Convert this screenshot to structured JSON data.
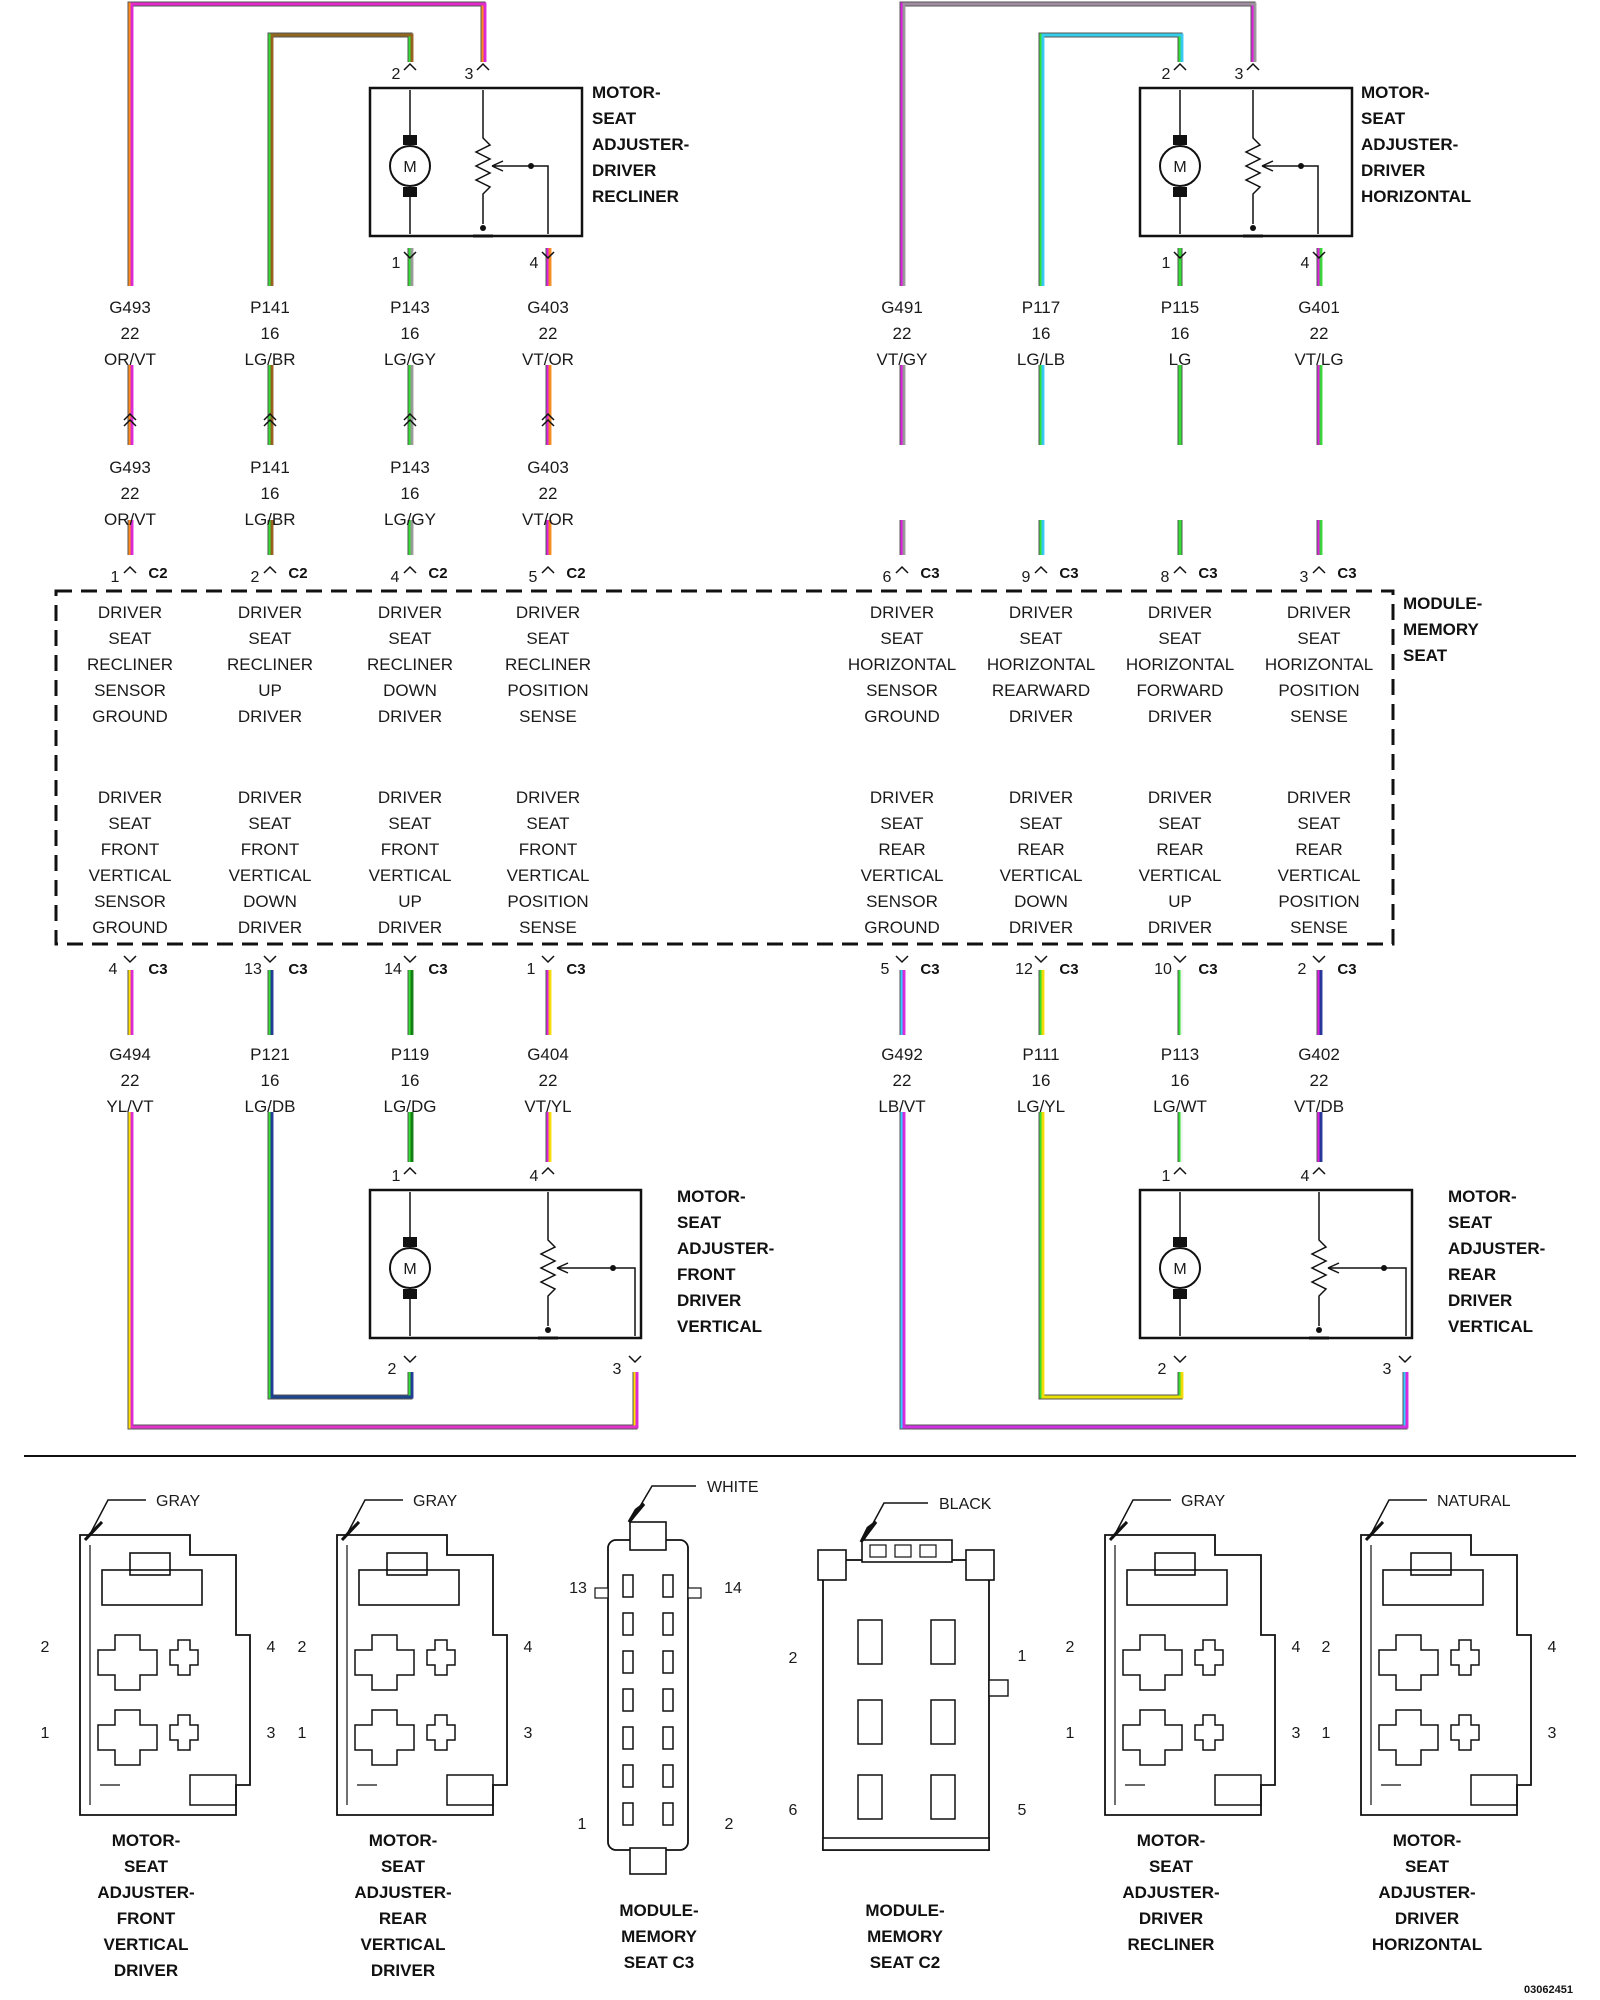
{
  "diagram_id": "03062451",
  "module": {
    "name_lines": [
      "MODULE-",
      "MEMORY",
      "SEAT"
    ]
  },
  "colors": {
    "OR": "#ff8c1a",
    "VT": "#e020e0",
    "LG": "#33dd33",
    "BR": "#9a5a1a",
    "GY": "#9a9a9a",
    "LB": "#33ccff",
    "YL": "#ffe000",
    "DB": "#1a3399",
    "DG": "#0a7a0a",
    "WT": "#ffffff"
  },
  "motors": [
    {
      "id": "recliner",
      "name_lines": [
        "MOTOR-",
        "SEAT",
        "ADJUSTER-",
        "DRIVER",
        "RECLINER"
      ]
    },
    {
      "id": "horizontal",
      "name_lines": [
        "MOTOR-",
        "SEAT",
        "ADJUSTER-",
        "DRIVER",
        "HORIZONTAL"
      ]
    },
    {
      "id": "front_vertical",
      "name_lines": [
        "MOTOR-",
        "SEAT",
        "ADJUSTER-",
        "FRONT",
        "DRIVER",
        "VERTICAL"
      ]
    },
    {
      "id": "rear_vertical",
      "name_lines": [
        "MOTOR-",
        "SEAT",
        "ADJUSTER-",
        "REAR",
        "DRIVER",
        "VERTICAL"
      ]
    }
  ],
  "top_circuits": [
    {
      "circuit": "G493",
      "gauge": "22",
      "color": "OR/VT",
      "motor_pin": "3",
      "module_pin": "1",
      "connector": "C2",
      "function_lines": [
        "DRIVER",
        "SEAT",
        "RECLINER",
        "SENSOR",
        "GROUND"
      ]
    },
    {
      "circuit": "P141",
      "gauge": "16",
      "color": "LG/BR",
      "motor_pin": "2",
      "module_pin": "2",
      "connector": "C2",
      "function_lines": [
        "DRIVER",
        "SEAT",
        "RECLINER",
        "UP",
        "DRIVER"
      ]
    },
    {
      "circuit": "P143",
      "gauge": "16",
      "color": "LG/GY",
      "motor_pin": "1",
      "module_pin": "4",
      "connector": "C2",
      "function_lines": [
        "DRIVER",
        "SEAT",
        "RECLINER",
        "DOWN",
        "DRIVER"
      ]
    },
    {
      "circuit": "G403",
      "gauge": "22",
      "color": "VT/OR",
      "motor_pin": "4",
      "module_pin": "5",
      "connector": "C2",
      "function_lines": [
        "DRIVER",
        "SEAT",
        "RECLINER",
        "POSITION",
        "SENSE"
      ]
    },
    {
      "circuit": "G491",
      "gauge": "22",
      "color": "VT/GY",
      "motor_pin": "3",
      "module_pin": "6",
      "connector": "C3",
      "function_lines": [
        "DRIVER",
        "SEAT",
        "HORIZONTAL",
        "SENSOR",
        "GROUND"
      ]
    },
    {
      "circuit": "P117",
      "gauge": "16",
      "color": "LG/LB",
      "motor_pin": "2",
      "module_pin": "9",
      "connector": "C3",
      "function_lines": [
        "DRIVER",
        "SEAT",
        "HORIZONTAL",
        "REARWARD",
        "DRIVER"
      ]
    },
    {
      "circuit": "P115",
      "gauge": "16",
      "color": "LG",
      "motor_pin": "1",
      "module_pin": "8",
      "connector": "C3",
      "function_lines": [
        "DRIVER",
        "SEAT",
        "HORIZONTAL",
        "FORWARD",
        "DRIVER"
      ]
    },
    {
      "circuit": "G401",
      "gauge": "22",
      "color": "VT/LG",
      "motor_pin": "4",
      "module_pin": "3",
      "connector": "C3",
      "function_lines": [
        "DRIVER",
        "SEAT",
        "HORIZONTAL",
        "POSITION",
        "SENSE"
      ]
    }
  ],
  "bottom_circuits": [
    {
      "circuit": "G494",
      "gauge": "22",
      "color": "YL/VT",
      "motor_pin": "3",
      "module_pin": "4",
      "connector": "C3",
      "function_lines": [
        "DRIVER",
        "SEAT",
        "FRONT",
        "VERTICAL",
        "SENSOR",
        "GROUND"
      ]
    },
    {
      "circuit": "P121",
      "gauge": "16",
      "color": "LG/DB",
      "motor_pin": "2",
      "module_pin": "13",
      "connector": "C3",
      "function_lines": [
        "DRIVER",
        "SEAT",
        "FRONT",
        "VERTICAL",
        "DOWN",
        "DRIVER"
      ]
    },
    {
      "circuit": "P119",
      "gauge": "16",
      "color": "LG/DG",
      "motor_pin": "1",
      "module_pin": "14",
      "connector": "C3",
      "function_lines": [
        "DRIVER",
        "SEAT",
        "FRONT",
        "VERTICAL",
        "UP",
        "DRIVER"
      ]
    },
    {
      "circuit": "G404",
      "gauge": "22",
      "color": "VT/YL",
      "motor_pin": "4",
      "module_pin": "1",
      "connector": "C3",
      "function_lines": [
        "DRIVER",
        "SEAT",
        "FRONT",
        "VERTICAL",
        "POSITION",
        "SENSE"
      ]
    },
    {
      "circuit": "G492",
      "gauge": "22",
      "color": "LB/VT",
      "motor_pin": "3",
      "module_pin": "5",
      "connector": "C3",
      "function_lines": [
        "DRIVER",
        "SEAT",
        "REAR",
        "VERTICAL",
        "SENSOR",
        "GROUND"
      ]
    },
    {
      "circuit": "P111",
      "gauge": "16",
      "color": "LG/YL",
      "motor_pin": "2",
      "module_pin": "12",
      "connector": "C3",
      "function_lines": [
        "DRIVER",
        "SEAT",
        "REAR",
        "VERTICAL",
        "DOWN",
        "DRIVER"
      ]
    },
    {
      "circuit": "P113",
      "gauge": "16",
      "color": "LG/WT",
      "motor_pin": "1",
      "module_pin": "10",
      "connector": "C3",
      "function_lines": [
        "DRIVER",
        "SEAT",
        "REAR",
        "VERTICAL",
        "UP",
        "DRIVER"
      ]
    },
    {
      "circuit": "G402",
      "gauge": "22",
      "color": "VT/DB",
      "motor_pin": "4",
      "module_pin": "2",
      "connector": "C3",
      "function_lines": [
        "DRIVER",
        "SEAT",
        "REAR",
        "VERTICAL",
        "POSITION",
        "SENSE"
      ]
    }
  ],
  "connector_views": [
    {
      "color": "GRAY",
      "pins": [
        "2",
        "4",
        "1",
        "3"
      ],
      "name_lines": [
        "MOTOR-",
        "SEAT",
        "ADJUSTER-",
        "FRONT",
        "VERTICAL",
        "DRIVER"
      ]
    },
    {
      "color": "GRAY",
      "pins": [
        "2",
        "4",
        "1",
        "3"
      ],
      "name_lines": [
        "MOTOR-",
        "SEAT",
        "ADJUSTER-",
        "REAR",
        "VERTICAL",
        "DRIVER"
      ]
    },
    {
      "color": "WHITE",
      "pins": [
        "13",
        "14",
        "1",
        "2"
      ],
      "name_lines": [
        "MODULE-",
        "MEMORY",
        "SEAT C3"
      ]
    },
    {
      "color": "BLACK",
      "pins": [
        "2",
        "1",
        "6",
        "5"
      ],
      "name_lines": [
        "MODULE-",
        "MEMORY",
        "SEAT C2"
      ]
    },
    {
      "color": "GRAY",
      "pins": [
        "2",
        "4",
        "1",
        "3"
      ],
      "name_lines": [
        "MOTOR-",
        "SEAT",
        "ADJUSTER-",
        "DRIVER",
        "RECLINER"
      ]
    },
    {
      "color": "NATURAL",
      "pins": [
        "2",
        "4",
        "1",
        "3"
      ],
      "name_lines": [
        "MOTOR-",
        "SEAT",
        "ADJUSTER-",
        "DRIVER",
        "HORIZONTAL"
      ]
    }
  ]
}
